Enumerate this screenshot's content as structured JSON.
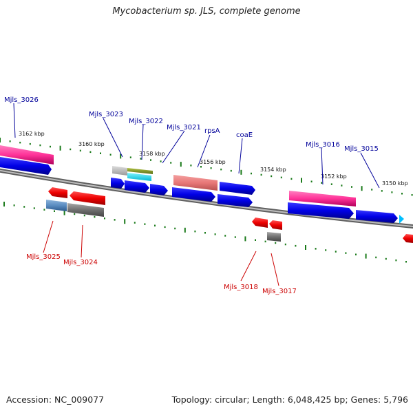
{
  "title": "Mycobacterium sp. JLS, complete genome",
  "footer": {
    "accession": "Accession: NC_009077",
    "topology": "Topology: circular; Length: 6,048,425 bp; Genes: 5,796"
  },
  "colors": {
    "forward_label": "#00009a",
    "reverse_label": "#cc0000",
    "cds": "#0000e6",
    "trna": "#ee0000",
    "backbone": "#808080",
    "ticks": "#1a7a1a",
    "pseudo": "#ff3399"
  },
  "kbp_ticks": [
    "3162 kbp",
    "3160 kbp",
    "3158 kbp",
    "3156 kbp",
    "3154 kbp",
    "3152 kbp",
    "3150 kbp"
  ],
  "forward_labels": [
    "Mjls_3026",
    "Mjls_3023",
    "Mjls_3022",
    "Mjls_3021",
    "rpsA",
    "coaE",
    "Mjls_3016",
    "Mjls_3015"
  ],
  "reverse_labels": [
    "Mjls_3025",
    "Mjls_3024",
    "Mjls_3018",
    "Mjls_3017"
  ]
}
